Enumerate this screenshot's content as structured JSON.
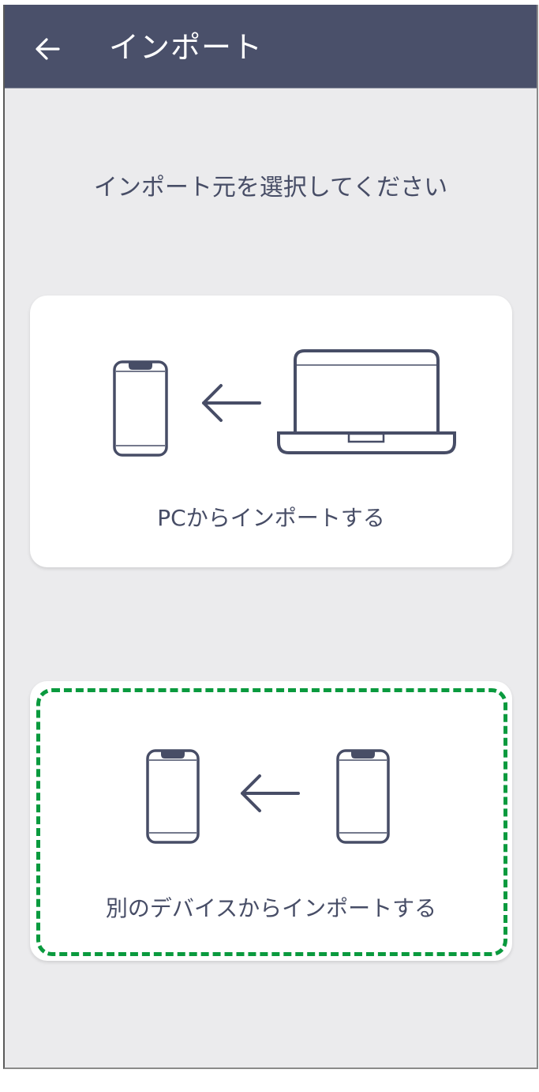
{
  "header": {
    "title": "インポート",
    "back_icon": "arrow-left-icon"
  },
  "prompt": "インポート元を選択してください",
  "options": [
    {
      "label": "PCからインポートする",
      "icons": [
        "smartphone-icon",
        "arrow-left-icon",
        "laptop-icon"
      ],
      "highlighted": false
    },
    {
      "label": "別のデバイスからインポートする",
      "icons": [
        "smartphone-icon",
        "arrow-left-icon",
        "smartphone-icon"
      ],
      "highlighted": true
    }
  ],
  "colors": {
    "header_bg": "#4a506a",
    "page_bg": "#ebebed",
    "text": "#474d66",
    "icon_stroke": "#474d66",
    "highlight_dash": "#0a9a3e",
    "card_bg": "#ffffff"
  }
}
